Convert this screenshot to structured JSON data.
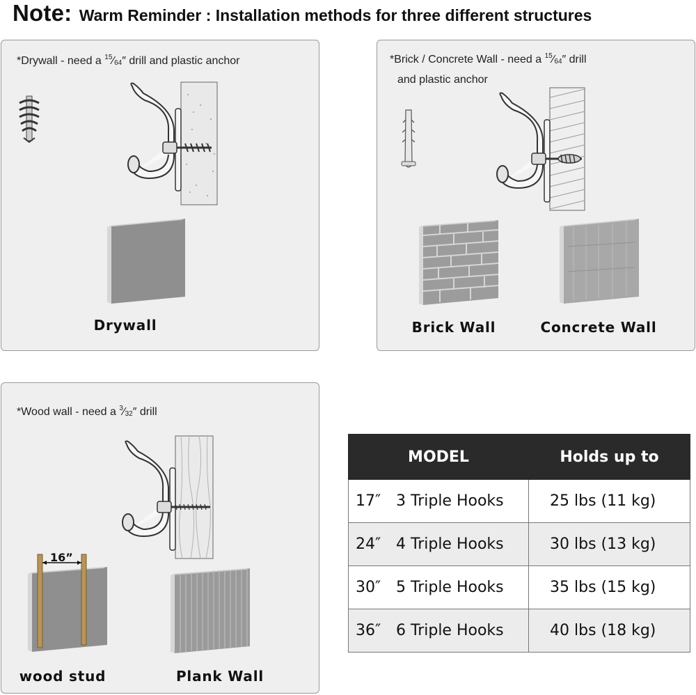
{
  "header": {
    "strong": "Note:",
    "sub": "Warm Reminder : Installation methods for three different structures"
  },
  "drywall_panel": {
    "note_prefix": "*Drywall - need a ",
    "frac_num": "15",
    "frac_den": "64",
    "note_suffix": "″ drill and plastic anchor",
    "caption": "Drywall"
  },
  "brick_panel": {
    "note_prefix": "*Brick / Concrete Wall - need a ",
    "frac_num": "15",
    "frac_den": "64",
    "note_suffix": "″ drill",
    "note_line2": "and plastic anchor",
    "caption_brick": "Brick Wall",
    "caption_concrete": "Concrete Wall"
  },
  "wood_panel": {
    "note_prefix": "*Wood wall - need a ",
    "frac_num": "3",
    "frac_den": "32",
    "note_suffix": "″ drill",
    "stud_spacing": "16”",
    "caption_stud": "wood stud",
    "caption_plank": "Plank Wall"
  },
  "table": {
    "headers": [
      "MODEL",
      "Holds up to"
    ],
    "rows": [
      {
        "size": "17″",
        "model": "3 Triple Hooks",
        "holds": "25 lbs (11 kg)"
      },
      {
        "size": "24″",
        "model": "4 Triple Hooks",
        "holds": "30 lbs (13 kg)"
      },
      {
        "size": "30″",
        "model": "5 Triple Hooks",
        "holds": "35 lbs (15 kg)"
      },
      {
        "size": "36″",
        "model": "6 Triple Hooks",
        "holds": "40 lbs (18 kg)"
      }
    ]
  },
  "colors": {
    "panel_bg": "#efefef",
    "header_bg": "#2a2a2a",
    "wall_gray": "#8f8f8f",
    "stud_wood": "#b8945a"
  }
}
